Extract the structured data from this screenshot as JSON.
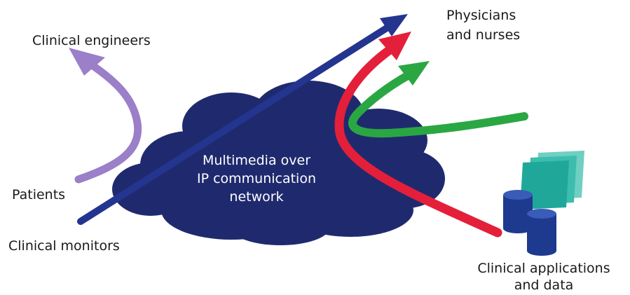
{
  "labels": {
    "clinical_engineers": "Clinical engineers",
    "physicians_line1": "Physicians",
    "physicians_line2": "and nurses",
    "patients": "Patients",
    "clinical_monitors": "Clinical monitors",
    "cloud_line1": "Multimedia over",
    "cloud_line2": "IP communication",
    "cloud_line3": "network",
    "apps_line1": "Clinical applications",
    "apps_line2": "and data"
  },
  "colors": {
    "cloud": "#1f2a6e",
    "blue_arrow": "#23358f",
    "purple_arrow": "#9b7fc9",
    "red_arrow": "#e41f3a",
    "green_arrow": "#2aa743",
    "database": "#1e3a8f",
    "pages": "#1fa89a"
  }
}
